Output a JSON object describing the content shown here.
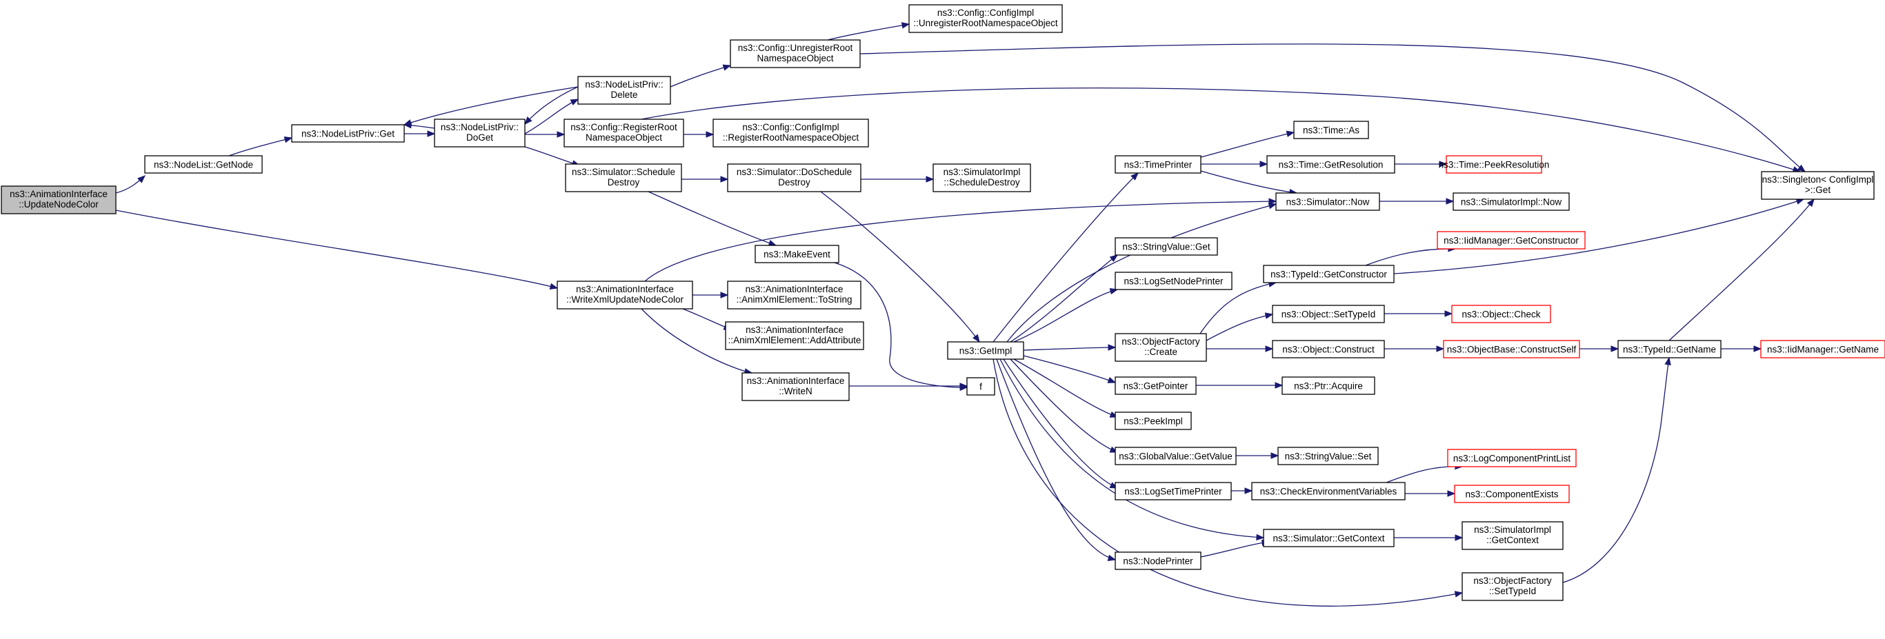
{
  "colors": {
    "edge": "#191970",
    "root_fill": "#bfbfbf",
    "node_border": "#000000",
    "truncated_border": "#ff0000"
  },
  "nodes": [
    {
      "id": "root",
      "lines": [
        "ns3::AnimationInterface",
        "::UpdateNodeColor"
      ],
      "style": "root"
    },
    {
      "id": "nl_getnode",
      "lines": [
        "ns3::NodeList::GetNode"
      ]
    },
    {
      "id": "nlp_get",
      "lines": [
        "ns3::NodeListPriv::Get"
      ]
    },
    {
      "id": "nlp_doget",
      "lines": [
        "ns3::NodeListPriv::",
        "DoGet"
      ]
    },
    {
      "id": "nlp_delete",
      "lines": [
        "ns3::NodeListPriv::",
        "Delete"
      ]
    },
    {
      "id": "cfg_unreg",
      "lines": [
        "ns3::Config::UnregisterRoot",
        "NamespaceObject"
      ]
    },
    {
      "id": "cfgimpl_unreg",
      "lines": [
        "ns3::Config::ConfigImpl",
        "::UnregisterRootNamespaceObject"
      ]
    },
    {
      "id": "cfg_reg",
      "lines": [
        "ns3::Config::RegisterRoot",
        "NamespaceObject"
      ]
    },
    {
      "id": "cfgimpl_reg",
      "lines": [
        "ns3::Config::ConfigImpl",
        "::RegisterRootNamespaceObject"
      ]
    },
    {
      "id": "sim_schedule_destroy",
      "lines": [
        "ns3::Simulator::Schedule",
        "Destroy"
      ]
    },
    {
      "id": "sim_doschedule_destroy",
      "lines": [
        "ns3::Simulator::DoSchedule",
        "Destroy"
      ]
    },
    {
      "id": "simimpl_schedule_destroy",
      "lines": [
        "ns3::SimulatorImpl",
        "::ScheduleDestroy"
      ]
    },
    {
      "id": "makeevent",
      "lines": [
        "ns3::MakeEvent"
      ]
    },
    {
      "id": "write_xml",
      "lines": [
        "ns3::AnimationInterface",
        "::WriteXmlUpdateNodeColor"
      ]
    },
    {
      "id": "anim_tostring",
      "lines": [
        "ns3::AnimationInterface",
        "::AnimXmlElement::ToString"
      ]
    },
    {
      "id": "anim_addattr",
      "lines": [
        "ns3::AnimationInterface",
        "::AnimXmlElement::AddAttribute"
      ]
    },
    {
      "id": "anim_writen",
      "lines": [
        "ns3::AnimationInterface",
        "::WriteN"
      ]
    },
    {
      "id": "f",
      "lines": [
        "f"
      ]
    },
    {
      "id": "getimpl",
      "lines": [
        "ns3::GetImpl"
      ]
    },
    {
      "id": "timeprinter",
      "lines": [
        "ns3::TimePrinter"
      ]
    },
    {
      "id": "time_as",
      "lines": [
        "ns3::Time::As"
      ]
    },
    {
      "id": "time_getres",
      "lines": [
        "ns3::Time::GetResolution"
      ]
    },
    {
      "id": "time_peekres",
      "lines": [
        "ns3::Time::PeekResolution"
      ],
      "style": "red"
    },
    {
      "id": "sim_now",
      "lines": [
        "ns3::Simulator::Now"
      ]
    },
    {
      "id": "simimpl_now",
      "lines": [
        "ns3::SimulatorImpl::Now"
      ]
    },
    {
      "id": "strval_get",
      "lines": [
        "ns3::StringValue::Get"
      ]
    },
    {
      "id": "logsetnodeprinter",
      "lines": [
        "ns3::LogSetNodePrinter"
      ]
    },
    {
      "id": "typeid_getctor",
      "lines": [
        "ns3::TypeId::GetConstructor"
      ]
    },
    {
      "id": "iid_getctor",
      "lines": [
        "ns3::IidManager::GetConstructor"
      ],
      "style": "red"
    },
    {
      "id": "objfactory_create",
      "lines": [
        "ns3::ObjectFactory",
        "::Create"
      ]
    },
    {
      "id": "obj_settypeid",
      "lines": [
        "ns3::Object::SetTypeId"
      ]
    },
    {
      "id": "obj_check",
      "lines": [
        "ns3::Object::Check"
      ],
      "style": "red"
    },
    {
      "id": "obj_construct",
      "lines": [
        "ns3::Object::Construct"
      ]
    },
    {
      "id": "objbase_constructself",
      "lines": [
        "ns3::ObjectBase::ConstructSelf"
      ],
      "style": "red"
    },
    {
      "id": "typeid_getname",
      "lines": [
        "ns3::TypeId::GetName"
      ]
    },
    {
      "id": "iid_getname",
      "lines": [
        "ns3::IidManager::GetName"
      ],
      "style": "red"
    },
    {
      "id": "singleton_get",
      "lines": [
        "ns3::Singleton< ConfigImpl",
        " >::Get"
      ]
    },
    {
      "id": "getpointer",
      "lines": [
        "ns3::GetPointer"
      ]
    },
    {
      "id": "ptr_acquire",
      "lines": [
        "ns3::Ptr::Acquire"
      ]
    },
    {
      "id": "peekimpl",
      "lines": [
        "ns3::PeekImpl"
      ]
    },
    {
      "id": "gv_getvalue",
      "lines": [
        "ns3::GlobalValue::GetValue"
      ]
    },
    {
      "id": "strval_set",
      "lines": [
        "ns3::StringValue::Set"
      ]
    },
    {
      "id": "logsettimeprinter",
      "lines": [
        "ns3::LogSetTimePrinter"
      ]
    },
    {
      "id": "checkenv",
      "lines": [
        "ns3::CheckEnvironmentVariables"
      ]
    },
    {
      "id": "logcompprintlist",
      "lines": [
        "ns3::LogComponentPrintList"
      ],
      "style": "red"
    },
    {
      "id": "compexists",
      "lines": [
        "ns3::ComponentExists"
      ],
      "style": "red"
    },
    {
      "id": "sim_getcontext",
      "lines": [
        "ns3::Simulator::GetContext"
      ]
    },
    {
      "id": "simimpl_getcontext",
      "lines": [
        "ns3::SimulatorImpl",
        "::GetContext"
      ]
    },
    {
      "id": "nodeprinter",
      "lines": [
        "ns3::NodePrinter"
      ]
    },
    {
      "id": "objfactory_settypeid",
      "lines": [
        "ns3::ObjectFactory",
        "::SetTypeId"
      ]
    }
  ]
}
